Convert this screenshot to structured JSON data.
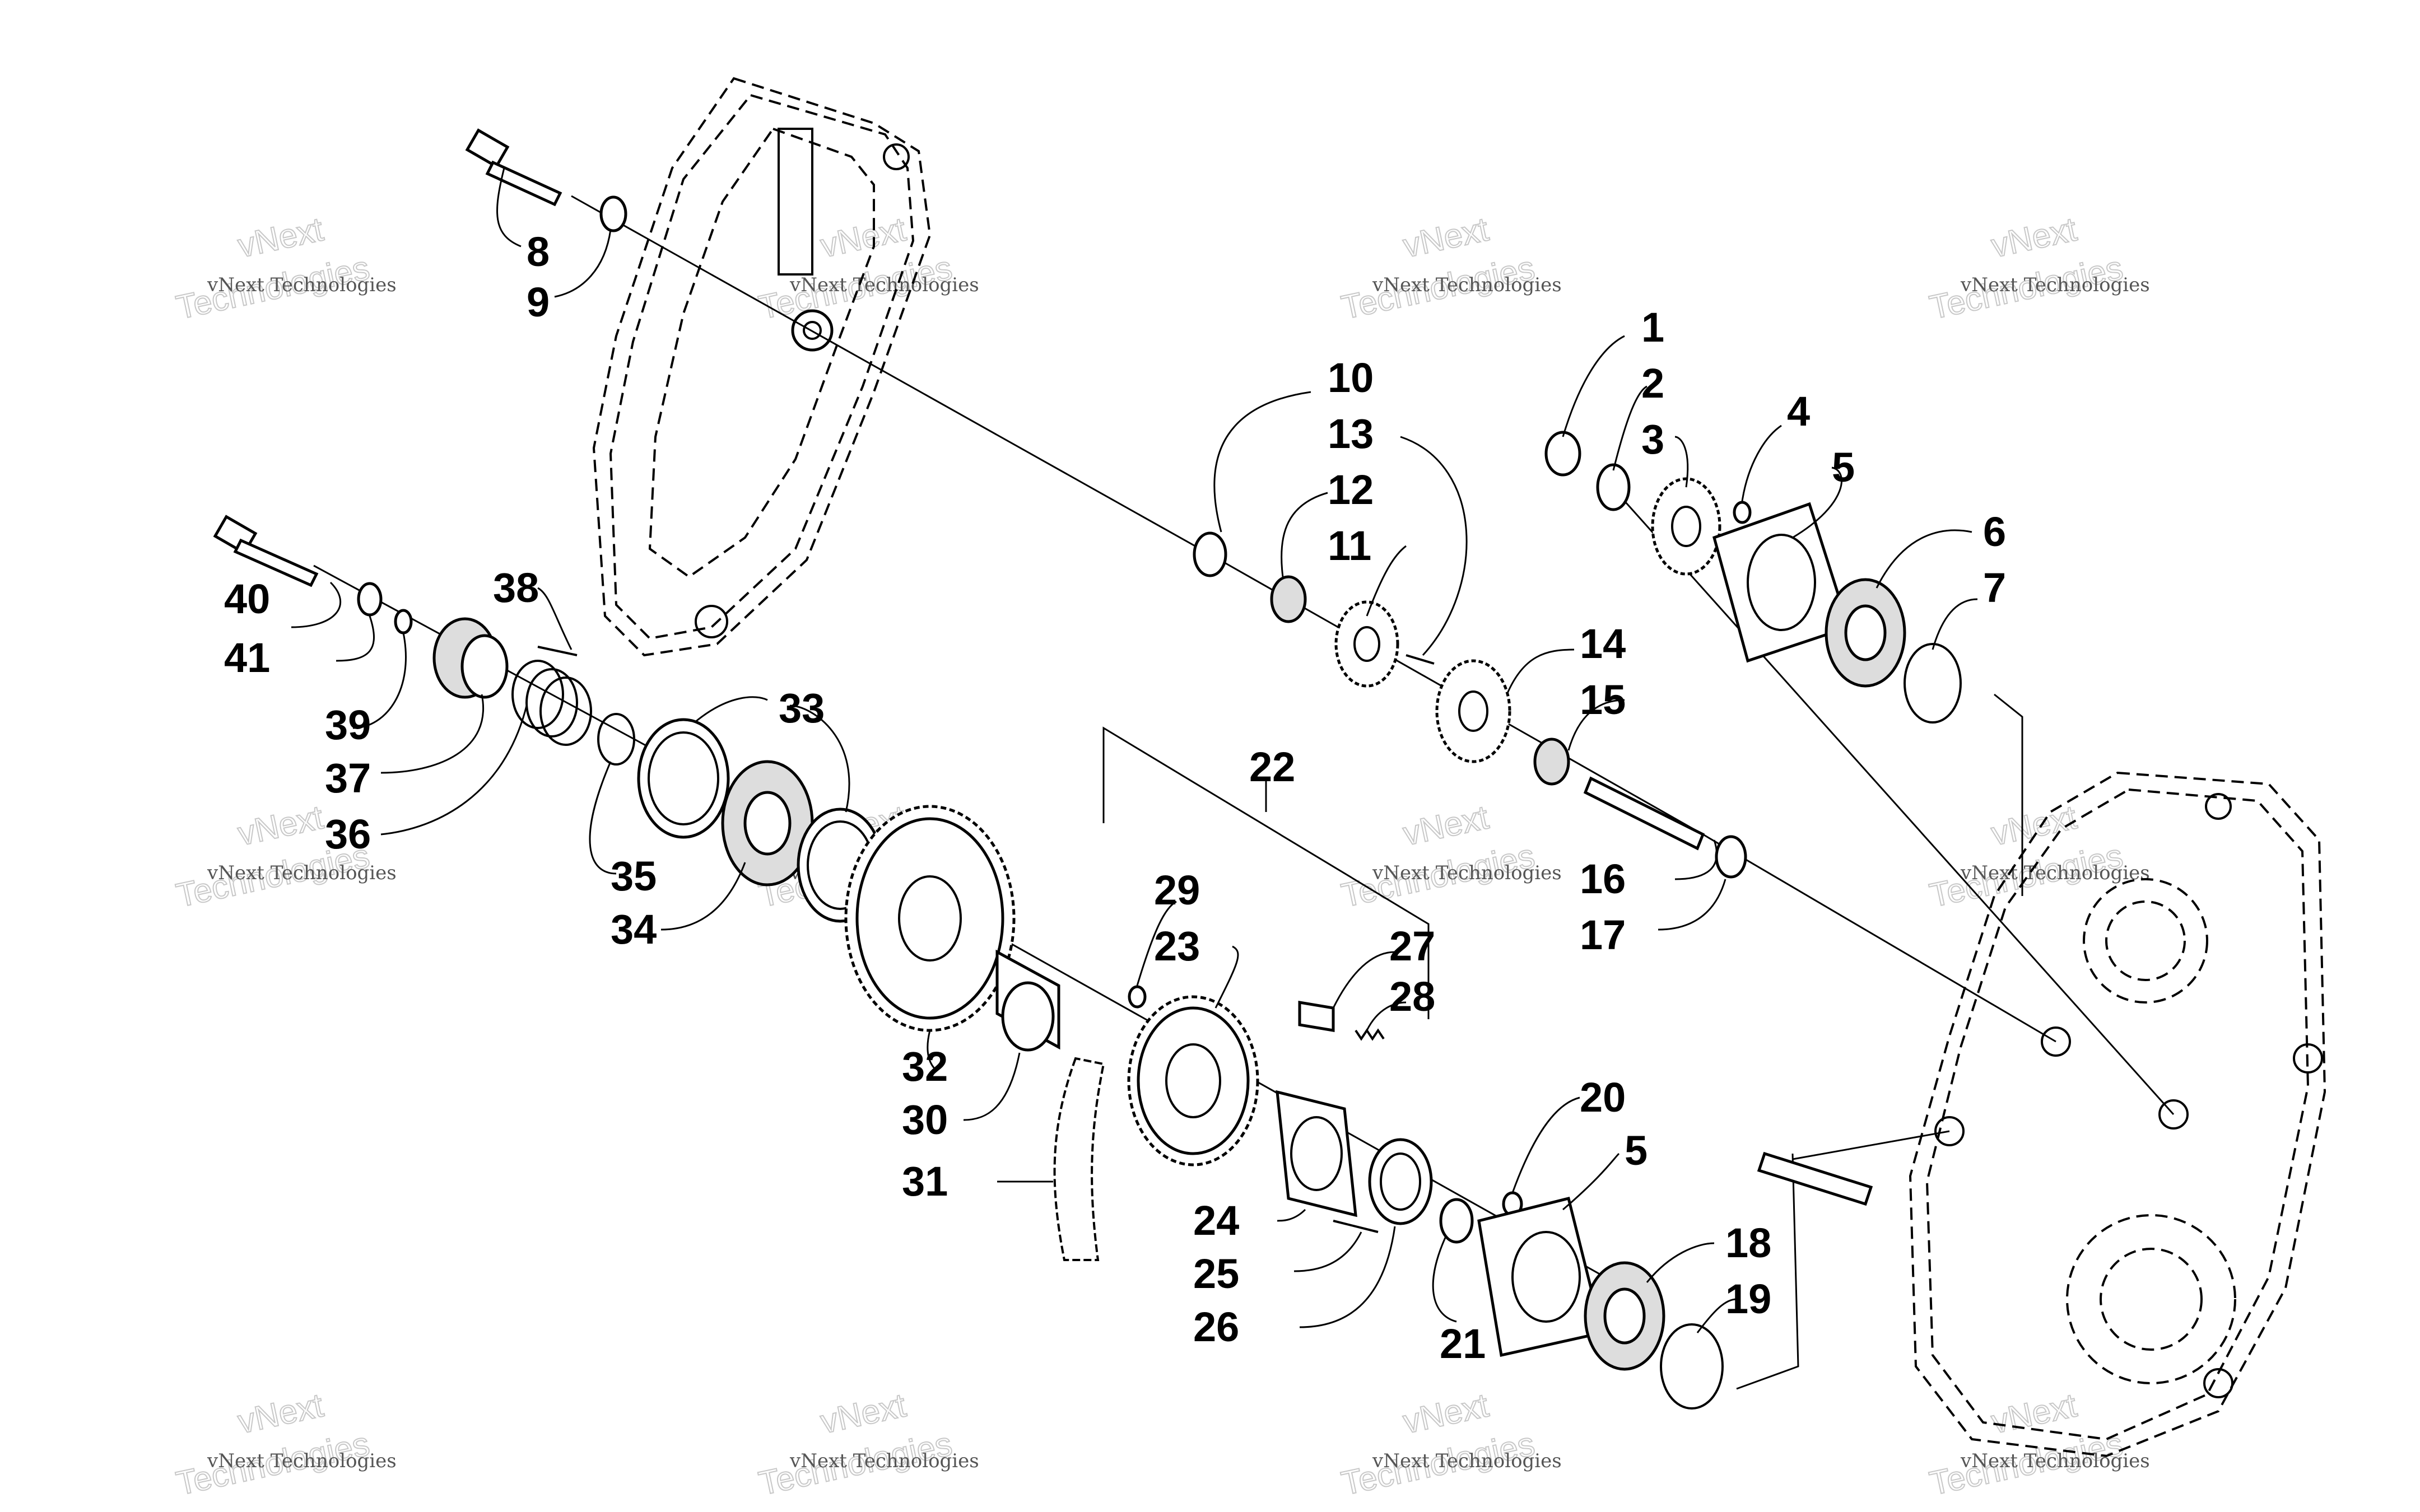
{
  "callouts": {
    "c1": "1",
    "c2": "2",
    "c3": "3",
    "c4": "4",
    "c5a": "5",
    "c6": "6",
    "c7": "7",
    "c8": "8",
    "c9": "9",
    "c10": "10",
    "c11": "11",
    "c12": "12",
    "c13": "13",
    "c14": "14",
    "c15": "15",
    "c16": "16",
    "c17": "17",
    "c18": "18",
    "c19": "19",
    "c20": "20",
    "c5b": "5",
    "c21": "21",
    "c22": "22",
    "c23": "23",
    "c24": "24",
    "c25": "25",
    "c26": "26",
    "c27": "27",
    "c28": "28",
    "c29": "29",
    "c30": "30",
    "c31": "31",
    "c32": "32",
    "c33": "33",
    "c34": "34",
    "c35": "35",
    "c36": "36",
    "c37": "37",
    "c38": "38",
    "c39": "39",
    "c40": "40",
    "c41": "41"
  },
  "watermark": {
    "line1": "vNext Technologies",
    "line2": "vNext",
    "line3": "Technologies"
  }
}
